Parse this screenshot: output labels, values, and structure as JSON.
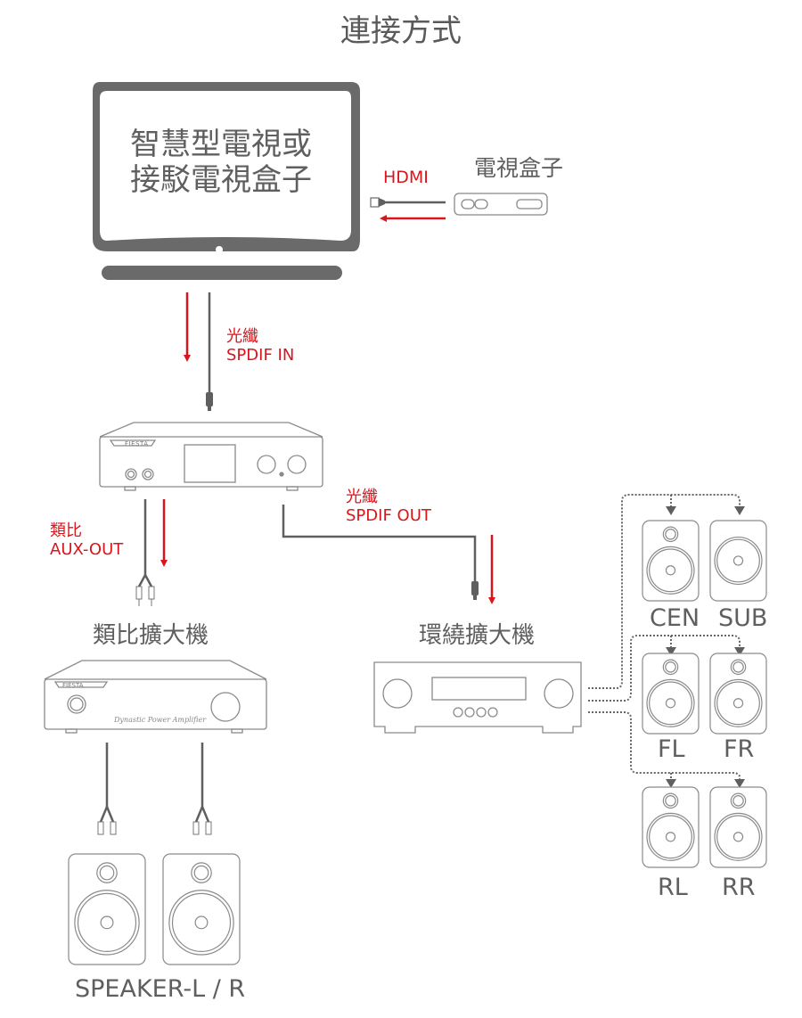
{
  "title": "連接方式",
  "tv": {
    "line1": "智慧型電視或",
    "line2": "接駁電視盒子"
  },
  "tv_box": {
    "label": "電視盒子"
  },
  "connections": {
    "hdmi": "HDMI",
    "spdif_in": {
      "line1": "光纖",
      "line2": "SPDIF IN"
    },
    "spdif_out": {
      "line1": "光纖",
      "line2": "SPDIF OUT"
    },
    "aux_out": {
      "line1": "類比",
      "line2": "AUX-OUT"
    }
  },
  "devices": {
    "dac_brand": "FIESTA",
    "analog_amp": {
      "label": "類比擴大機",
      "brand": "FIESTA",
      "model_script": "Dynastic Power Amplifier"
    },
    "surround_amp": {
      "label": "環繞擴大機"
    }
  },
  "speakers": {
    "stereo": "SPEAKER-L / R",
    "surround": [
      "CEN",
      "SUB",
      "FL",
      "FR",
      "RL",
      "RR"
    ]
  },
  "colors": {
    "accent_red": "#d9161c",
    "line_gray": "#5f5f5f",
    "outline_gray": "#8a8a8a"
  }
}
